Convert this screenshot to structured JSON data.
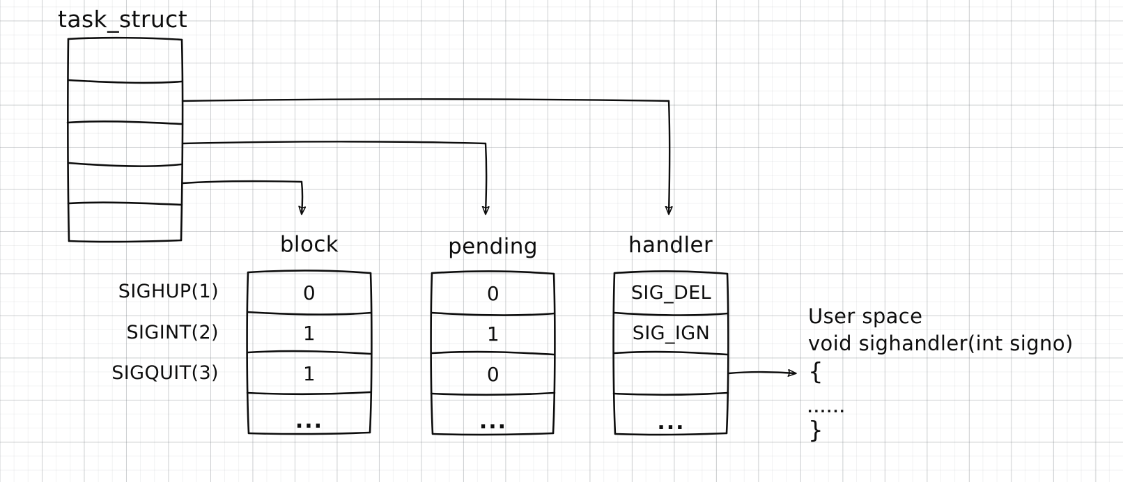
{
  "diagram": {
    "title": "task_struct",
    "struct_rows": [
      "",
      "",
      "",
      "",
      ""
    ],
    "columns": [
      {
        "name": "block",
        "header": "block",
        "cells": [
          "0",
          "1",
          "1",
          "..."
        ]
      },
      {
        "name": "pending",
        "header": "pending",
        "cells": [
          "0",
          "1",
          "0",
          "..."
        ]
      },
      {
        "name": "handler",
        "header": "handler",
        "cells": [
          "SIG_DEL",
          "SIG_IGN",
          "",
          "..."
        ]
      }
    ],
    "signal_labels": [
      "SIGHUP(1)",
      "SIGINT(2)",
      "SIGQUIT(3)"
    ],
    "user_space": {
      "heading": "User space",
      "signature": "void sighandler(int signo)",
      "open_brace": "{",
      "body": "......",
      "close_brace": "}"
    },
    "colors": {
      "ink": "#0d0d0d",
      "background": "#ffffff",
      "grid_major": "#787d82",
      "grid_minor": "#969ba0"
    }
  }
}
